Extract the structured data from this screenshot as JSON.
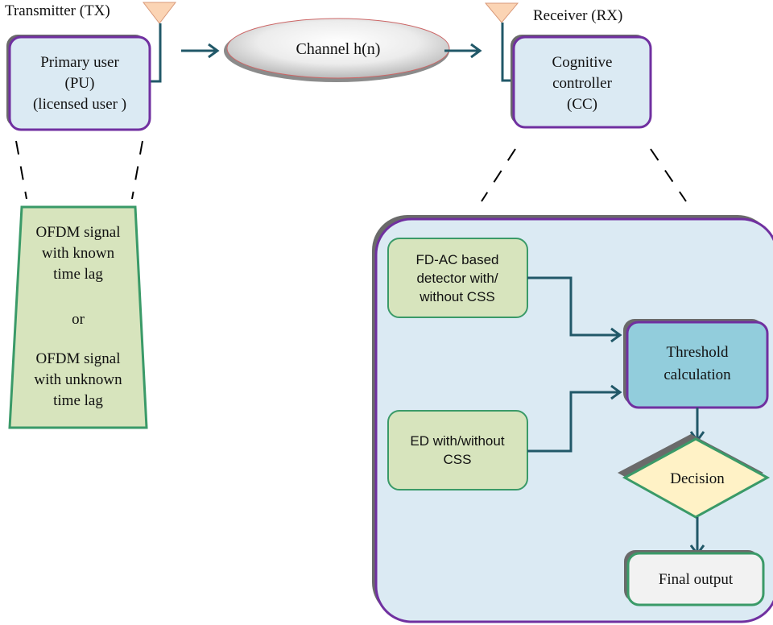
{
  "labels": {
    "transmitter": "Transmitter (TX)",
    "receiver": "Receiver (RX)",
    "channel": "Channel h(n)"
  },
  "primary_user": {
    "line1": "Primary user",
    "line2": "(PU)",
    "line3": "(licensed user )"
  },
  "cognitive_controller": {
    "line1": "Cognitive",
    "line2": "controller",
    "line3": "(CC)"
  },
  "ofdm_box": {
    "line1": "OFDM signal",
    "line2": "with known",
    "line3": "time lag",
    "line4": "or",
    "line5": "OFDM signal",
    "line6": "with unknown",
    "line7": "time lag"
  },
  "fdac_detector": {
    "line1": "FD-AC based",
    "line2": "detector with/",
    "line3": "without CSS"
  },
  "ed_detector": {
    "line1": "ED with/without",
    "line2": "CSS"
  },
  "threshold": {
    "line1": "Threshold",
    "line2": "calculation"
  },
  "decision": "Decision",
  "final_output": "Final output",
  "colors": {
    "purple_border": "#7030a0",
    "green_border": "#3a9a68",
    "light_blue_fill": "#dbeaf3",
    "threshold_fill": "#92cddc",
    "detector_fill": "#d7e4bd",
    "decision_fill": "#fff2c6",
    "output_fill": "#f2f2f2",
    "arrow": "#215868",
    "antenna_fill": "#fbd4b4"
  }
}
